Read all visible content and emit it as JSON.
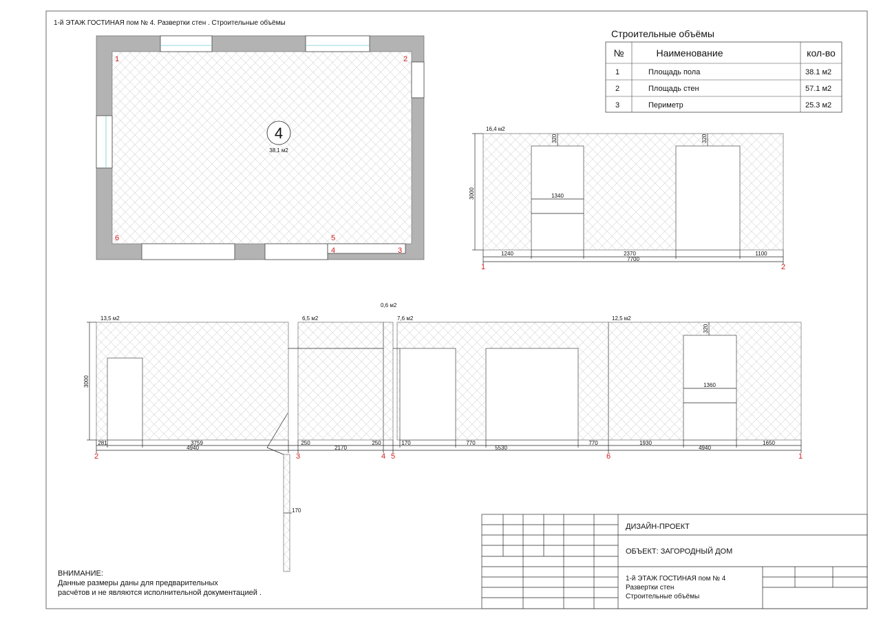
{
  "sheet_title": "1-й ЭТАЖ  ГОСТИНАЯ пом  № 4. Развертки стен . Строительные объёмы",
  "floor_plan": {
    "room_number": "4",
    "room_area": "38,1 м2",
    "corners": [
      "1",
      "2",
      "3",
      "4",
      "5",
      "6"
    ]
  },
  "volumes_table": {
    "title": "Строительные объёмы",
    "headers": [
      "№",
      "Наименование",
      "кол-во"
    ],
    "rows": [
      [
        "1",
        "Площадь пола",
        "38.1 м2"
      ],
      [
        "2",
        "Площадь стен",
        "57.1 м2"
      ],
      [
        "3",
        "Периметр",
        "25.3 м2"
      ]
    ]
  },
  "elevation_1_2": {
    "area": "16,4 м2",
    "height": "3000",
    "window_top": "320",
    "window_width": "1340",
    "door_top": "320",
    "segments": [
      "1240",
      "2370",
      "1100"
    ],
    "total": "7700",
    "start_corner": "1",
    "end_corner": "2"
  },
  "elevation_2_3": {
    "area": "13,5 м2",
    "height": "3000",
    "segments": [
      "281",
      "3759"
    ],
    "total": "4940",
    "start_corner": "2",
    "end_corner": "3"
  },
  "elevation_3_4": {
    "area": "6,5 м2",
    "segments": [
      "250",
      "250"
    ],
    "total": "2170",
    "end_corner": "4"
  },
  "niche_area": "0,6 м2",
  "elevation_5_6": {
    "area": "7,6 м2",
    "segments": [
      "170",
      "770",
      "770"
    ],
    "total": "5530",
    "start_corner": "5",
    "end_corner": "6"
  },
  "elevation_6_1": {
    "area": "12,5 м2",
    "window_top": "320",
    "window_width": "1360",
    "segments": [
      "1930",
      "1650"
    ],
    "total": "4940",
    "end_corner": "1"
  },
  "pier_width": "170",
  "notice": {
    "heading": "ВНИМАНИЕ:",
    "line1": "Данные размеры даны для предварительных",
    "line2": "расчётов и не являются исполнительной документацией ."
  },
  "title_block": {
    "design": "ДИЗАЙН-ПРОЕКТ",
    "object": "ОБЪЕКТ: ЗАГОРОДНЫЙ ДОМ",
    "sheet_line1": "1-й ЭТАЖ  ГОСТИНАЯ пом  № 4",
    "sheet_line2": "Развертки стен",
    "sheet_line3": "Строительные объёмы"
  }
}
